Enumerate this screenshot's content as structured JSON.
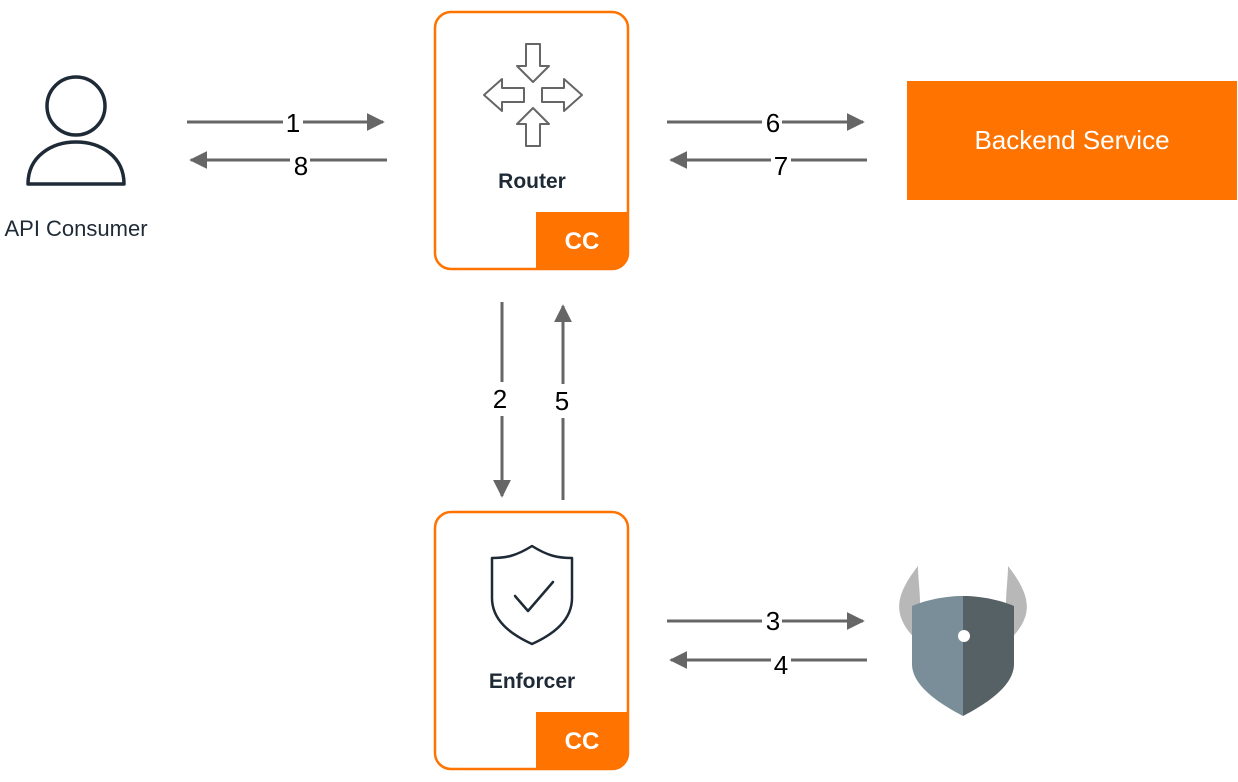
{
  "nodes": {
    "consumer": {
      "label": "API Consumer",
      "icon": "user-icon"
    },
    "router": {
      "label": "Router",
      "badge": "CC",
      "icon": "router-arrows-icon"
    },
    "enforcer": {
      "label": "Enforcer",
      "badge": "CC",
      "icon": "shield-check-icon"
    },
    "backend": {
      "label": "Backend Service"
    },
    "policy_engine": {
      "icon": "opa-viking-icon"
    }
  },
  "steps": [
    "1",
    "2",
    "3",
    "4",
    "5",
    "6",
    "7",
    "8"
  ],
  "colors": {
    "accent": "#FF7300",
    "arrow": "#666666",
    "text": "#1F2A37",
    "badge_text": "#FFFFFF",
    "opa_horn": "#B8B8B8",
    "opa_shield_left": "#7A8E99",
    "opa_shield_right": "#566166"
  }
}
